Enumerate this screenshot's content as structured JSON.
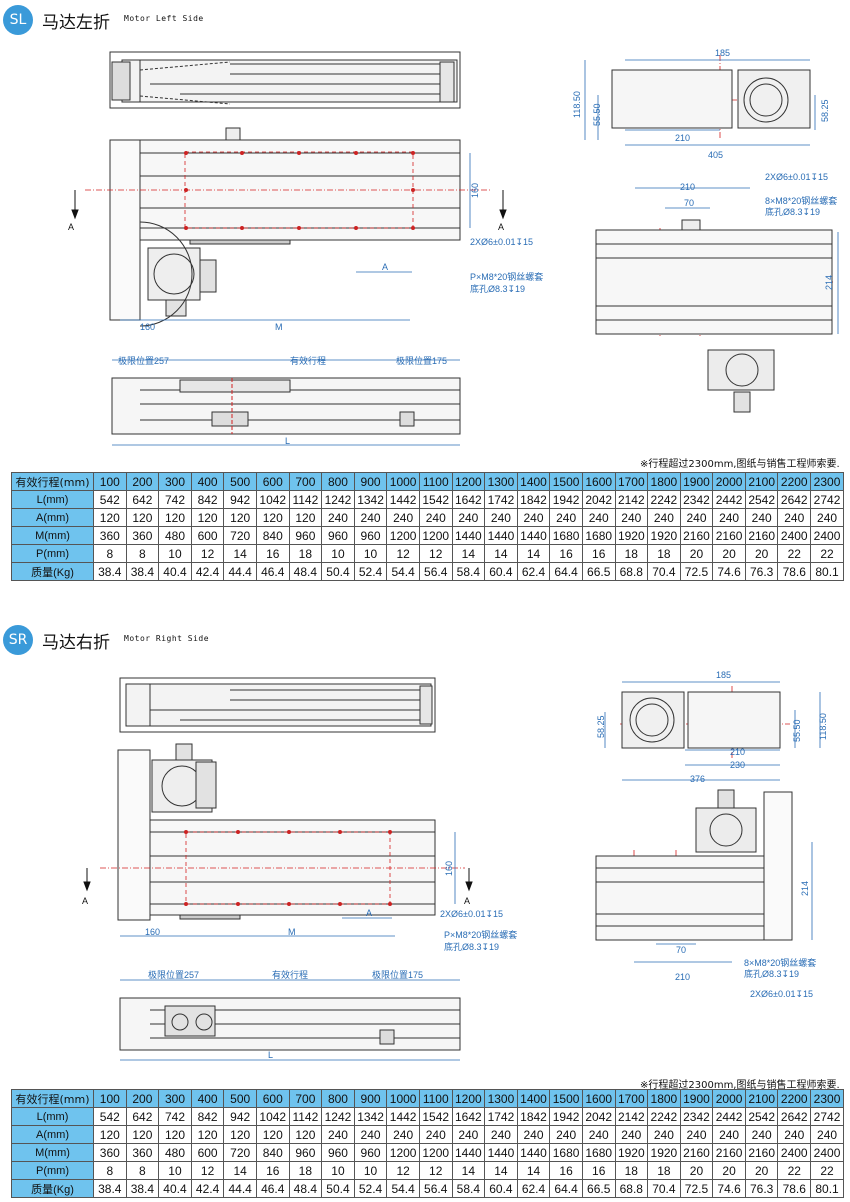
{
  "sections": [
    {
      "badge": "SL",
      "title_zh": "马达左折",
      "title_en": "Motor Left Side",
      "labels": {
        "dim_185": "185",
        "dim_118": "118.50",
        "dim_55": "55.50",
        "dim_58": "58.25",
        "dim_210": "210",
        "dim_405": "405",
        "dim_160": "160",
        "dim_A": "A",
        "dim_M": "M",
        "dim_L": "L",
        "dim_160b": "160",
        "hole2x": "2XØ6±0.01↧15",
        "pm8": "P×M8*20钢丝螺套",
        "bottom_hole": "底孔Ø8.3↧19",
        "pm8b": "8×M8*20钢丝螺套",
        "bottom_hole_b": "底孔Ø8.3↧19",
        "hole2x_b": "2XØ6±0.01↧15",
        "dim_210b": "210",
        "dim_70": "70",
        "dim_214": "214",
        "limit_left": "极限位置257",
        "stroke": "有效行程",
        "limit_right": "极限位置175",
        "section_A": "A"
      },
      "note": "※行程超过2300mm,图纸与销售工程师索要."
    },
    {
      "badge": "SR",
      "title_zh": "马达右折",
      "title_en": "Motor Right Side",
      "labels": {
        "dim_185": "185",
        "dim_118": "118.50",
        "dim_55": "55.50",
        "dim_58": "58.25",
        "dim_210": "210",
        "dim_230": "230",
        "dim_376": "376",
        "dim_160": "160",
        "dim_A": "A",
        "dim_M": "M",
        "dim_L": "L",
        "dim_160b": "160",
        "hole2x": "2XØ6±0.01↧15",
        "pm8": "P×M8*20钢丝螺套",
        "bottom_hole": "底孔Ø8.3↧19",
        "pm8b": "8×M8*20钢丝螺套",
        "bottom_hole_b": "底孔Ø8.3↧19",
        "hole2x_b": "2XØ6±0.01↧15",
        "dim_210b": "210",
        "dim_70": "70",
        "dim_214": "214",
        "limit_left": "极限位置257",
        "stroke": "有效行程",
        "limit_right": "极限位置175",
        "section_A": "A"
      },
      "note": "※行程超过2300mm,图纸与销售工程师索要."
    }
  ],
  "table": {
    "rows": [
      {
        "label": "有效行程(mm)",
        "values": [
          "100",
          "200",
          "300",
          "400",
          "500",
          "600",
          "700",
          "800",
          "900",
          "1000",
          "1100",
          "1200",
          "1300",
          "1400",
          "1500",
          "1600",
          "1700",
          "1800",
          "1900",
          "2000",
          "2100",
          "2200",
          "2300"
        ]
      },
      {
        "label": "L(mm)",
        "values": [
          "542",
          "642",
          "742",
          "842",
          "942",
          "1042",
          "1142",
          "1242",
          "1342",
          "1442",
          "1542",
          "1642",
          "1742",
          "1842",
          "1942",
          "2042",
          "2142",
          "2242",
          "2342",
          "2442",
          "2542",
          "2642",
          "2742"
        ]
      },
      {
        "label": "A(mm)",
        "values": [
          "120",
          "120",
          "120",
          "120",
          "120",
          "120",
          "120",
          "240",
          "240",
          "240",
          "240",
          "240",
          "240",
          "240",
          "240",
          "240",
          "240",
          "240",
          "240",
          "240",
          "240",
          "240",
          "240"
        ]
      },
      {
        "label": "M(mm)",
        "values": [
          "360",
          "360",
          "480",
          "600",
          "720",
          "840",
          "960",
          "960",
          "960",
          "1200",
          "1200",
          "1440",
          "1440",
          "1440",
          "1680",
          "1680",
          "1920",
          "1920",
          "2160",
          "2160",
          "2160",
          "2400",
          "2400"
        ]
      },
      {
        "label": "P(mm)",
        "values": [
          "8",
          "8",
          "10",
          "12",
          "14",
          "16",
          "18",
          "10",
          "10",
          "12",
          "12",
          "14",
          "14",
          "14",
          "16",
          "16",
          "18",
          "18",
          "20",
          "20",
          "20",
          "22",
          "22"
        ]
      },
      {
        "label": "质量(Kg)",
        "values": [
          "38.4",
          "38.4",
          "40.4",
          "42.4",
          "44.4",
          "46.4",
          "48.4",
          "50.4",
          "52.4",
          "54.4",
          "56.4",
          "58.4",
          "60.4",
          "62.4",
          "64.4",
          "66.5",
          "68.8",
          "70.4",
          "72.5",
          "74.6",
          "76.3",
          "78.6",
          "80.1"
        ]
      }
    ]
  },
  "colors": {
    "badge": "#3a9ad9",
    "header_fill": "#6fc3ee",
    "dim_line": "#2a6db5",
    "center_line": "#d42020"
  }
}
